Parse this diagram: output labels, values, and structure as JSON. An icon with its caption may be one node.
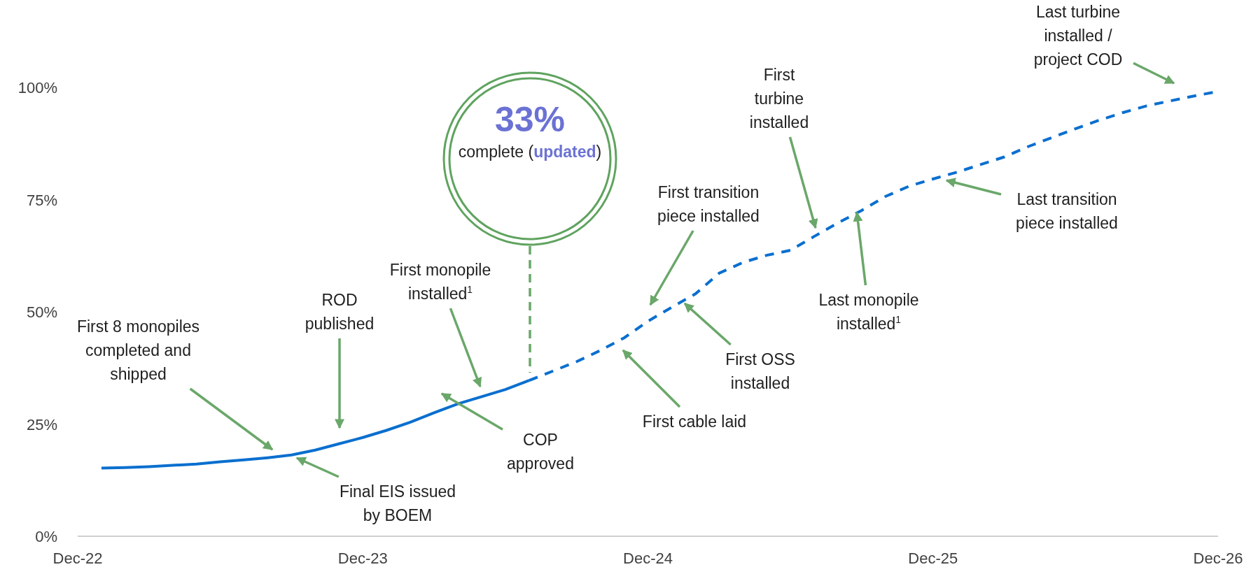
{
  "diagram": {
    "nodes": [
      {
        "text": [
          "First 8 monopiles completed and shipped"
        ]
      },
      {
        "text": [
          "ROD published"
        ]
      },
      {
        "text": [
          "Final EIS issued by BOEM"
        ]
      },
      {
        "text": [
          "33%",
          "complete (**updated**)"
        ]
      },
      {
        "text": [
          "First monopile installed$^{1}$"
        ]
      },
      {
        "text": [
          "COP approved"
        ]
      },
      {
        "text": [
          "First cable laid"
        ]
      },
      {
        "text": [
          "First transition piece installed"
        ]
      },
      {
        "text": [
          "First OSS installed"
        ]
      },
      {
        "text": [
          "First turbine installed"
        ]
      },
      {
        "text": [
          "Last monopile installed$^{1}$"
        ]
      },
      {
        "text": [
          "Last transition piece installed"
        ]
      },
      {
        "text": [
          "Last turbine installed / project COD"
        ]
      }
    ],
    "edges": [
      {
        "from": 0,
        "to": null,
        "arrow": "to"
      },
      {
        "from": 1,
        "to": null,
        "arrow": "to"
      },
      {
        "from": 2,
        "to": null,
        "arrow": "to"
      },
      {
        "from": 3,
        "to": null,
        "arrow": "none",
        "style": "dashed"
      },
      {
        "from": 4,
        "to": null,
        "arrow": "to"
      },
      {
        "from": 5,
        "to": null,
        "arrow": "to"
      },
      {
        "from": 6,
        "to": null,
        "arrow": "to"
      },
      {
        "from": 7,
        "to": null,
        "arrow": "to"
      },
      {
        "from": 8,
        "to": null,
        "arrow": "to"
      },
      {
        "from": 9,
        "to": null,
        "arrow": "to"
      },
      {
        "from": 10,
        "to": null,
        "arrow": "to"
      },
      {
        "from": 11,
        "to": null,
        "arrow": "to"
      },
      {
        "from": 12,
        "to": null,
        "arrow": "to"
      }
    ],
    "chart_data": {
      "type": "line",
      "categories": [
        "Dec-22",
        null,
        null,
        null,
        null,
        null,
        null,
        null,
        null,
        null,
        null,
        null,
        "Dec-23",
        null,
        null,
        null,
        null,
        null,
        null,
        null,
        null,
        null,
        null,
        null,
        "Dec-24",
        null,
        null,
        null,
        null,
        null,
        null,
        null,
        null,
        null,
        null,
        null,
        "Dec-25",
        null,
        null,
        null,
        null,
        null,
        null,
        null,
        null,
        null,
        null,
        null,
        "Dec-26"
      ],
      "series": [
        {
          "color": "#0a6fcf",
          "values": [
            null,
            15.2,
            15.3,
            15.5,
            15.8,
            16.1,
            16.6,
            17.0,
            17.5,
            18.1,
            19.2,
            20.6,
            22.0,
            23.6,
            25.4,
            27.5,
            29.5,
            31.1,
            32.7,
            34.7,
            null,
            null,
            null,
            null,
            null,
            null,
            null,
            null,
            null,
            null,
            null,
            null,
            null,
            null,
            null,
            null,
            null,
            null,
            null,
            null,
            null,
            null,
            null,
            null,
            null,
            null,
            null,
            null,
            null
          ]
        },
        {
          "color": "#0a6fcf",
          "line_style": "dashed",
          "values": [
            null,
            null,
            null,
            null,
            null,
            null,
            null,
            null,
            null,
            null,
            null,
            null,
            null,
            null,
            null,
            null,
            null,
            null,
            null,
            34.7,
            36.8,
            38.9,
            41.4,
            44.2,
            47.9,
            51.0,
            54.0,
            58.6,
            61.0,
            62.6,
            63.7,
            66.8,
            69.8,
            72.6,
            75.7,
            78.0,
            79.6,
            81.1,
            82.8,
            84.5,
            86.8,
            88.8,
            90.8,
            92.7,
            94.4,
            95.9,
            97.0,
            98.1,
            99.1
          ]
        }
      ],
      "ylim": [
        0,
        100
      ],
      "yticks": [
        {
          "value": 0,
          "label": "0%"
        },
        {
          "value": 25,
          "label": "25%"
        },
        {
          "value": 50,
          "label": "50%"
        },
        {
          "value": 75,
          "label": "75%"
        },
        {
          "value": 100,
          "label": "100%"
        }
      ]
    }
  }
}
